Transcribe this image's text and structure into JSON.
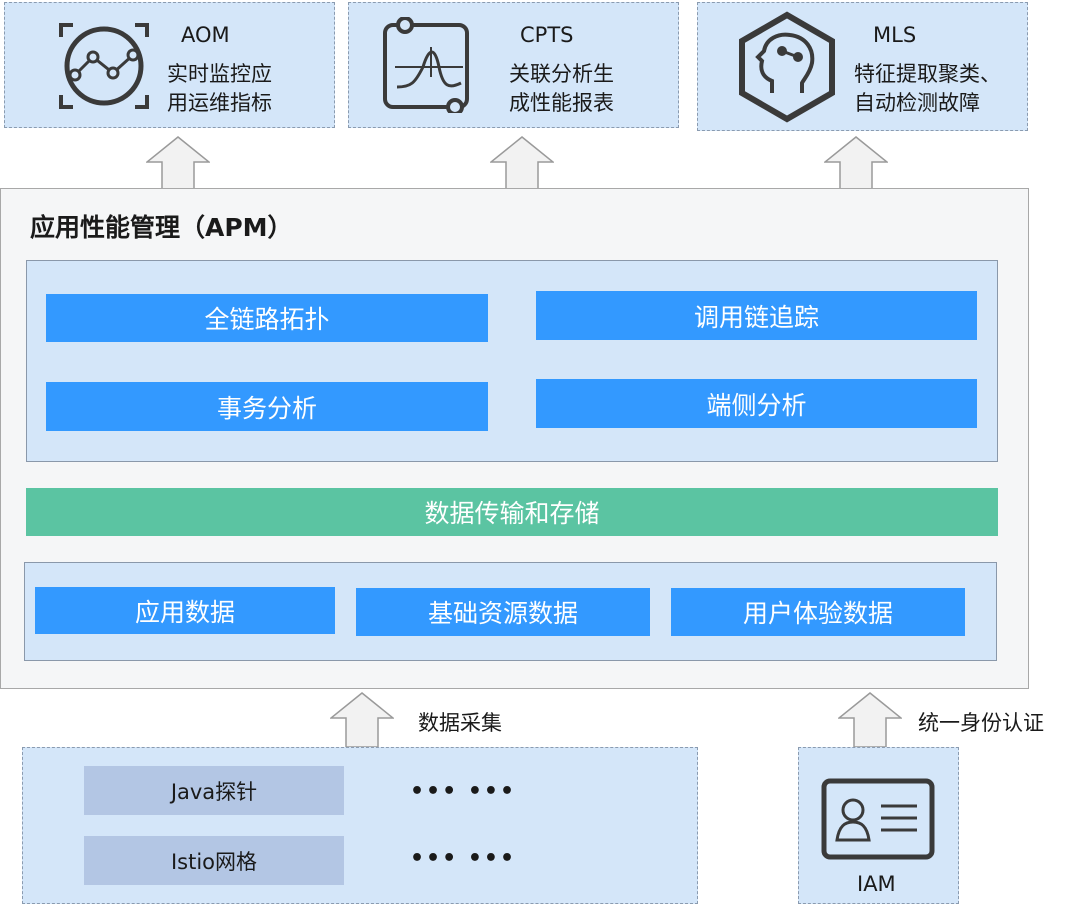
{
  "services": {
    "aom": {
      "name": "AOM",
      "desc": "实时监控应\n用运维指标",
      "icon": "line-chart-circle-icon"
    },
    "cpts": {
      "name": "CPTS",
      "desc": "关联分析生\n成性能报表",
      "icon": "waveform-card-icon"
    },
    "mls": {
      "name": "MLS",
      "desc": "特征提取聚类、\n自动检测故障",
      "icon": "brain-head-hexagon-icon"
    }
  },
  "apm": {
    "title": "应用性能管理（APM）",
    "features": [
      "全链路拓扑",
      "调用链追踪",
      "事务分析",
      "端侧分析"
    ],
    "transfer": "数据传输和存储",
    "data_types": [
      "应用数据",
      "基础资源数据",
      "用户体验数据"
    ]
  },
  "collect": {
    "label": "数据采集",
    "probes": [
      "Java探针",
      "Istio网格"
    ],
    "more": "••• •••"
  },
  "auth": {
    "label": "统一身份认证",
    "iam": "IAM",
    "icon": "id-card-icon"
  },
  "colors": {
    "service_bg": "#d4e6f9",
    "feature_blue": "#3399ff",
    "transfer_green": "#5bc4a2",
    "probe_grey": "#b3c6e4",
    "apm_bg": "#f5f6f7"
  }
}
